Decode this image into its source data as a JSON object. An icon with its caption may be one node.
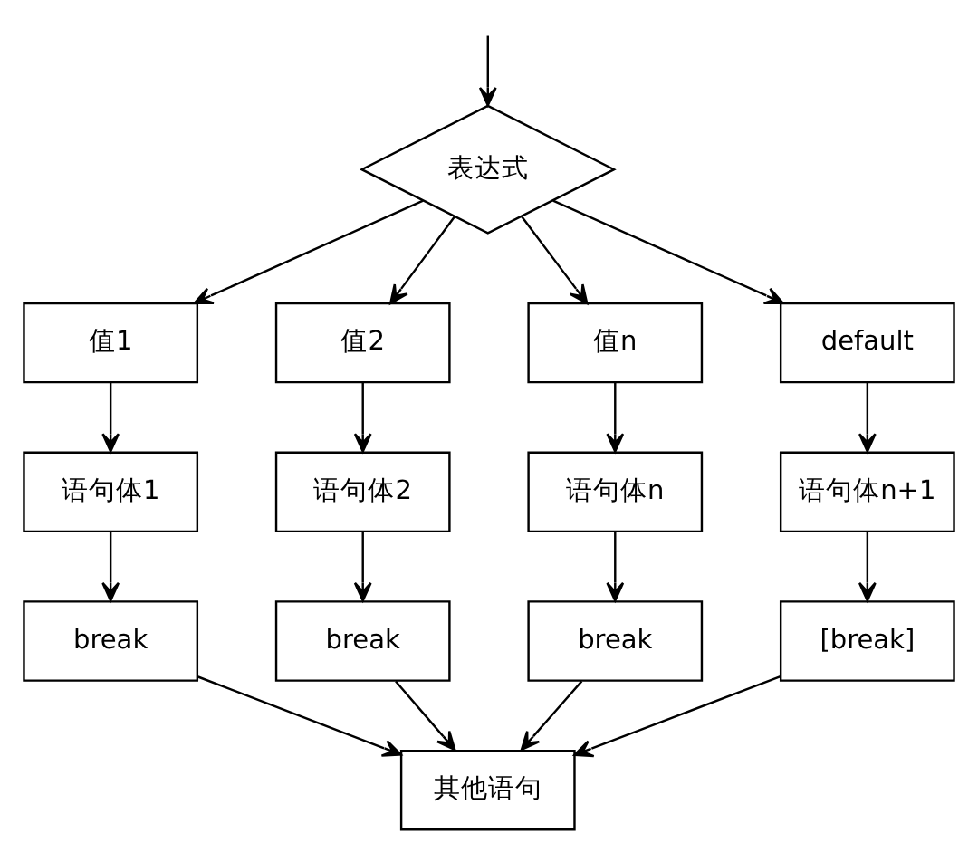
{
  "diagram": {
    "nodes": [
      {
        "text": [
          "表达式"
        ]
      },
      {
        "text": [
          "值1"
        ]
      },
      {
        "text": [
          "值2"
        ]
      },
      {
        "text": [
          "值n"
        ]
      },
      {
        "text": [
          "default"
        ]
      },
      {
        "text": [
          "语句体1"
        ]
      },
      {
        "text": [
          "语句体2"
        ]
      },
      {
        "text": [
          "语句体n"
        ]
      },
      {
        "text": [
          "语句体n+1"
        ]
      },
      {
        "text": [
          "break"
        ]
      },
      {
        "text": [
          "break"
        ]
      },
      {
        "text": [
          "break"
        ]
      },
      {
        "text": [
          "[break]"
        ]
      },
      {
        "text": [
          "其他语句"
        ]
      }
    ],
    "edges": [
      {
        "from": null,
        "to": 0,
        "arrow": "to"
      },
      {
        "from": 0,
        "to": 1,
        "arrow": "to"
      },
      {
        "from": 0,
        "to": 2,
        "arrow": "to"
      },
      {
        "from": 0,
        "to": 3,
        "arrow": "to"
      },
      {
        "from": 0,
        "to": 4,
        "arrow": "to"
      },
      {
        "from": 1,
        "to": 5,
        "arrow": "to"
      },
      {
        "from": 2,
        "to": 6,
        "arrow": "to"
      },
      {
        "from": 3,
        "to": 7,
        "arrow": "to"
      },
      {
        "from": 4,
        "to": 8,
        "arrow": "to"
      },
      {
        "from": 5,
        "to": 9,
        "arrow": "to"
      },
      {
        "from": 6,
        "to": 10,
        "arrow": "to"
      },
      {
        "from": 7,
        "to": 11,
        "arrow": "to"
      },
      {
        "from": 8,
        "to": 12,
        "arrow": "to"
      },
      {
        "from": 9,
        "to": 13,
        "arrow": "to"
      },
      {
        "from": 10,
        "to": 13,
        "arrow": "to"
      },
      {
        "from": 11,
        "to": 13,
        "arrow": "to"
      },
      {
        "from": 12,
        "to": 13,
        "arrow": "to"
      }
    ]
  }
}
